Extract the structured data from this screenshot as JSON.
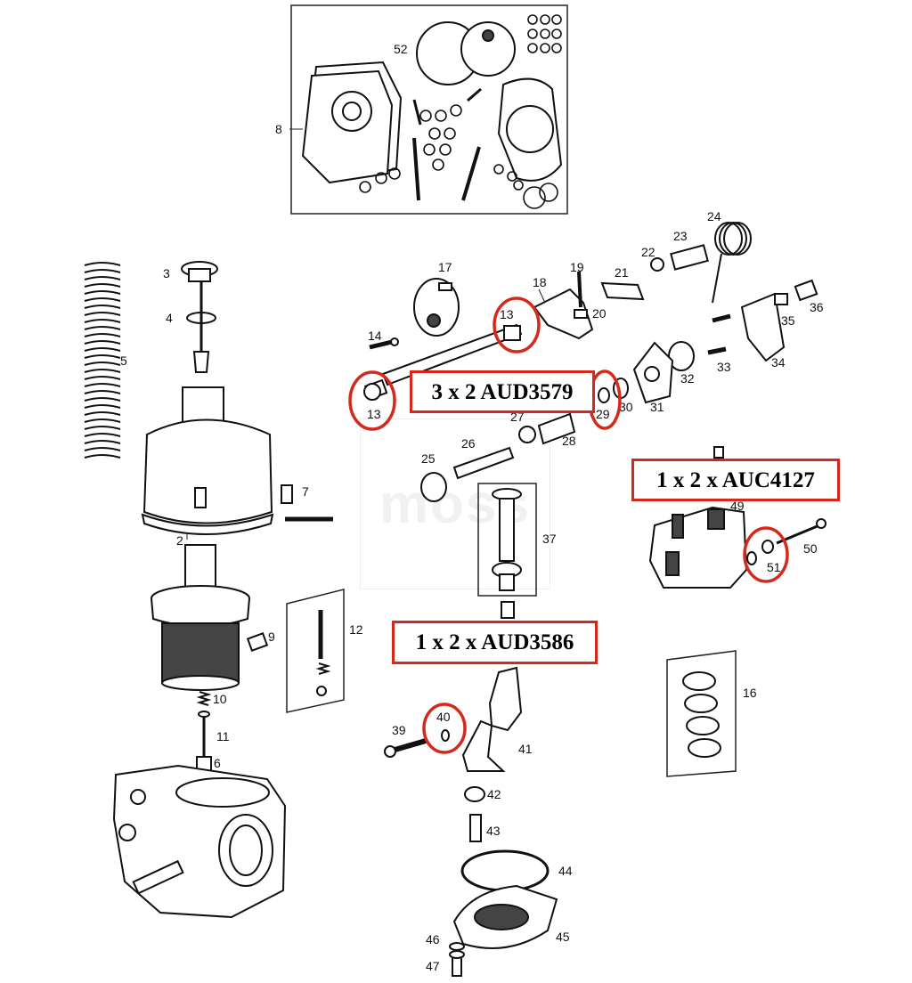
{
  "watermark": "moss",
  "part_numbers": [
    "2",
    "3",
    "4",
    "5",
    "6",
    "7",
    "8",
    "9",
    "10",
    "11",
    "12",
    "13",
    "14",
    "16",
    "17",
    "18",
    "19",
    "20",
    "21",
    "22",
    "23",
    "24",
    "25",
    "26",
    "27",
    "28",
    "29",
    "30",
    "31",
    "32",
    "33",
    "34",
    "35",
    "36",
    "37",
    "39",
    "40",
    "41",
    "42",
    "43",
    "44",
    "45",
    "46",
    "47",
    "49",
    "50",
    "51",
    "52"
  ],
  "circled_parts": [
    "13",
    "13",
    "29",
    "40",
    "51"
  ],
  "callouts": [
    {
      "text": "3 x 2   AUD3579"
    },
    {
      "text": "1 x 2   x AUC4127"
    },
    {
      "text": "1 x 2   x AUD3586"
    }
  ],
  "colors": {
    "highlight": "#d42a1c",
    "ink": "#111111",
    "background": "#ffffff"
  }
}
